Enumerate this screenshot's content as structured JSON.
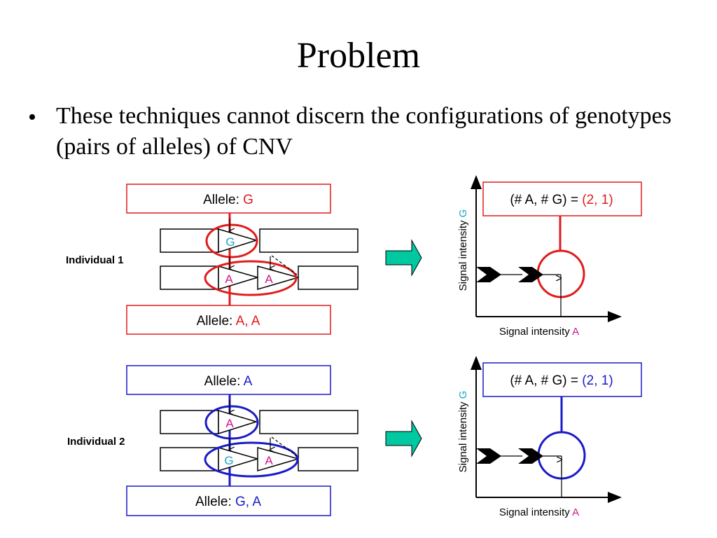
{
  "title": "Problem",
  "bullet": "These techniques cannot discern the configurations of genotypes (pairs of alleles) of CNV",
  "colors": {
    "red": "#e01b1b",
    "blue": "#1a1ac8",
    "magenta": "#d1168a",
    "cyan": "#1aa3c8",
    "arrow": "#00c8a0"
  },
  "individual1": {
    "name": "Individual 1",
    "allele_label": "Allele: ",
    "top_value": "G",
    "bottom_value": "A, A",
    "probe_top": "G",
    "probe_bottom_1": "A",
    "probe_bottom_2": "A",
    "plot": {
      "equation_prefix": "(# A, # G) = ",
      "equation_value": "(2, 1)",
      "xlabel_prefix": "Signal intensity ",
      "xlabel_letter": "A",
      "ylabel_prefix": "Signal intensity ",
      "ylabel_letter": "G"
    }
  },
  "individual2": {
    "name": "Individual 2",
    "allele_label": "Allele: ",
    "top_value": "A",
    "bottom_value": "G, A",
    "probe_top": "A",
    "probe_bottom_1": "G",
    "probe_bottom_2": "A",
    "plot": {
      "equation_prefix": "(# A, # G) = ",
      "equation_value": "(2, 1)",
      "xlabel_prefix": "Signal intensity ",
      "xlabel_letter": "A",
      "ylabel_prefix": "Signal intensity ",
      "ylabel_letter": "G"
    }
  }
}
